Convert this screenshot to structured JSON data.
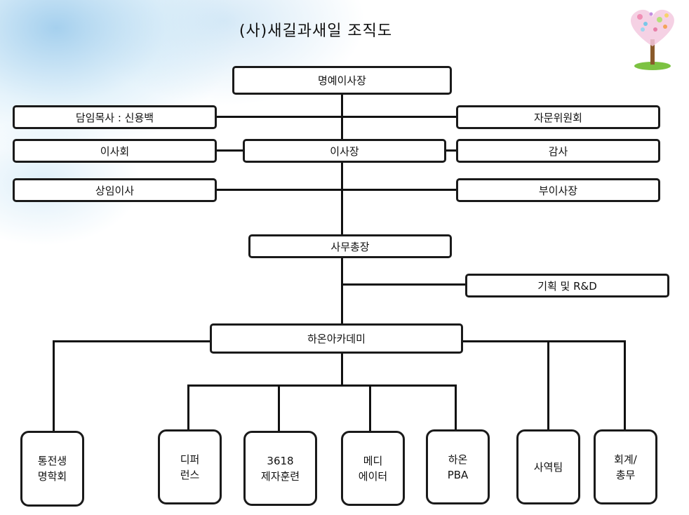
{
  "title": "(사)새길과새일 조직도",
  "top": {
    "honorary_chair": "명예이사장",
    "pastor": "담임목사 : 신용백",
    "advisory": "자문위원회",
    "board": "이사회",
    "chair": "이사장",
    "audit": "감사",
    "standing_director": "상임이사",
    "vice_chair": "부이사장",
    "secretary_general": "사무총장",
    "planning": "기획 및 R&D",
    "academy": "하온아카데미"
  },
  "units": {
    "tongjeon": [
      "통전생",
      "명학회"
    ],
    "difference": [
      "디퍼",
      "런스"
    ],
    "disciple": [
      "3618",
      "제자훈련"
    ],
    "medi": [
      "메디",
      "에이터"
    ],
    "haon_pba": [
      "하온",
      "PBA"
    ],
    "mission": [
      "사역팀"
    ],
    "accounting": [
      "회계/",
      "총무"
    ]
  },
  "colors": {
    "line": "#111111",
    "box_border": "#1a1a1a"
  }
}
